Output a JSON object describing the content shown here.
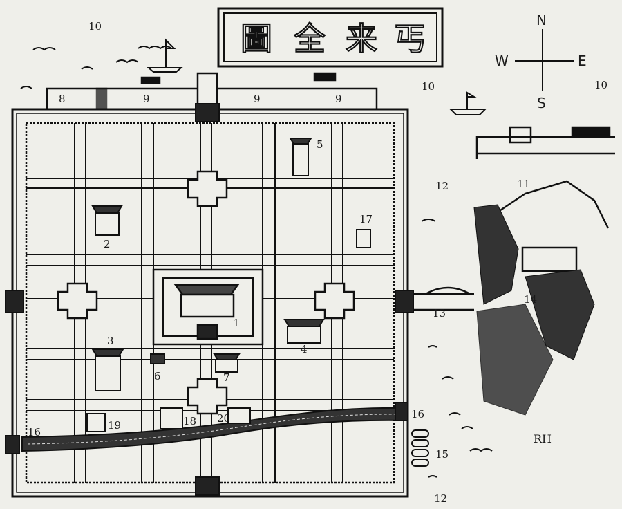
{
  "title": {
    "characters": [
      "圖",
      "全",
      "来",
      "丐"
    ]
  },
  "compass": {
    "north": "N",
    "south": "S",
    "west": "W",
    "east": "E"
  },
  "monogram": "RH",
  "labels": [
    {
      "id": "l10a",
      "text": "10"
    },
    {
      "id": "l10b",
      "text": "10"
    },
    {
      "id": "l10c",
      "text": "10"
    },
    {
      "id": "l8",
      "text": "8"
    },
    {
      "id": "l9a",
      "text": "9"
    },
    {
      "id": "l9b",
      "text": "9"
    },
    {
      "id": "l9c",
      "text": "9"
    },
    {
      "id": "l5",
      "text": "5"
    },
    {
      "id": "l11",
      "text": "11"
    },
    {
      "id": "l12a",
      "text": "12"
    },
    {
      "id": "l17",
      "text": "17"
    },
    {
      "id": "l2",
      "text": "2"
    },
    {
      "id": "l1",
      "text": "1"
    },
    {
      "id": "l13",
      "text": "13"
    },
    {
      "id": "l14",
      "text": "14"
    },
    {
      "id": "l3",
      "text": "3"
    },
    {
      "id": "l4",
      "text": "4"
    },
    {
      "id": "l6",
      "text": "6"
    },
    {
      "id": "l7",
      "text": "7"
    },
    {
      "id": "l16a",
      "text": "16"
    },
    {
      "id": "l16b",
      "text": "16"
    },
    {
      "id": "l19",
      "text": "19"
    },
    {
      "id": "l18",
      "text": "18"
    },
    {
      "id": "l20",
      "text": "20"
    },
    {
      "id": "l15",
      "text": "15"
    },
    {
      "id": "l12b",
      "text": "12"
    }
  ],
  "colors": {
    "ink": "#111111",
    "paper": "#efefea"
  }
}
